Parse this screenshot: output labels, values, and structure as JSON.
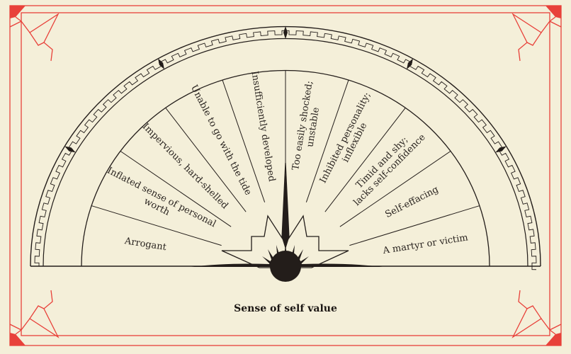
{
  "title": "Sense of self value",
  "sectors": [
    {
      "lines": [
        "Arrogant"
      ]
    },
    {
      "lines": [
        "Inflated sense of personal",
        "worth"
      ]
    },
    {
      "lines": [
        "Impervious, hard-shelled"
      ]
    },
    {
      "lines": [
        "Unable to go with the tide"
      ]
    },
    {
      "lines": [
        "Insufficiently developed"
      ]
    },
    {
      "lines": [
        "Too easily shocked;",
        "unstable"
      ]
    },
    {
      "lines": [
        "Inhibited personality;",
        "inflexible"
      ]
    },
    {
      "lines": [
        "Timid and shy;",
        "lacks self-confidence"
      ]
    },
    {
      "lines": [
        "Self-effacing"
      ]
    },
    {
      "lines": [
        "A martyr or victim"
      ]
    }
  ],
  "colors": {
    "border": "#e8413a",
    "ink": "#231d1a",
    "paper": "#f4efd9"
  }
}
